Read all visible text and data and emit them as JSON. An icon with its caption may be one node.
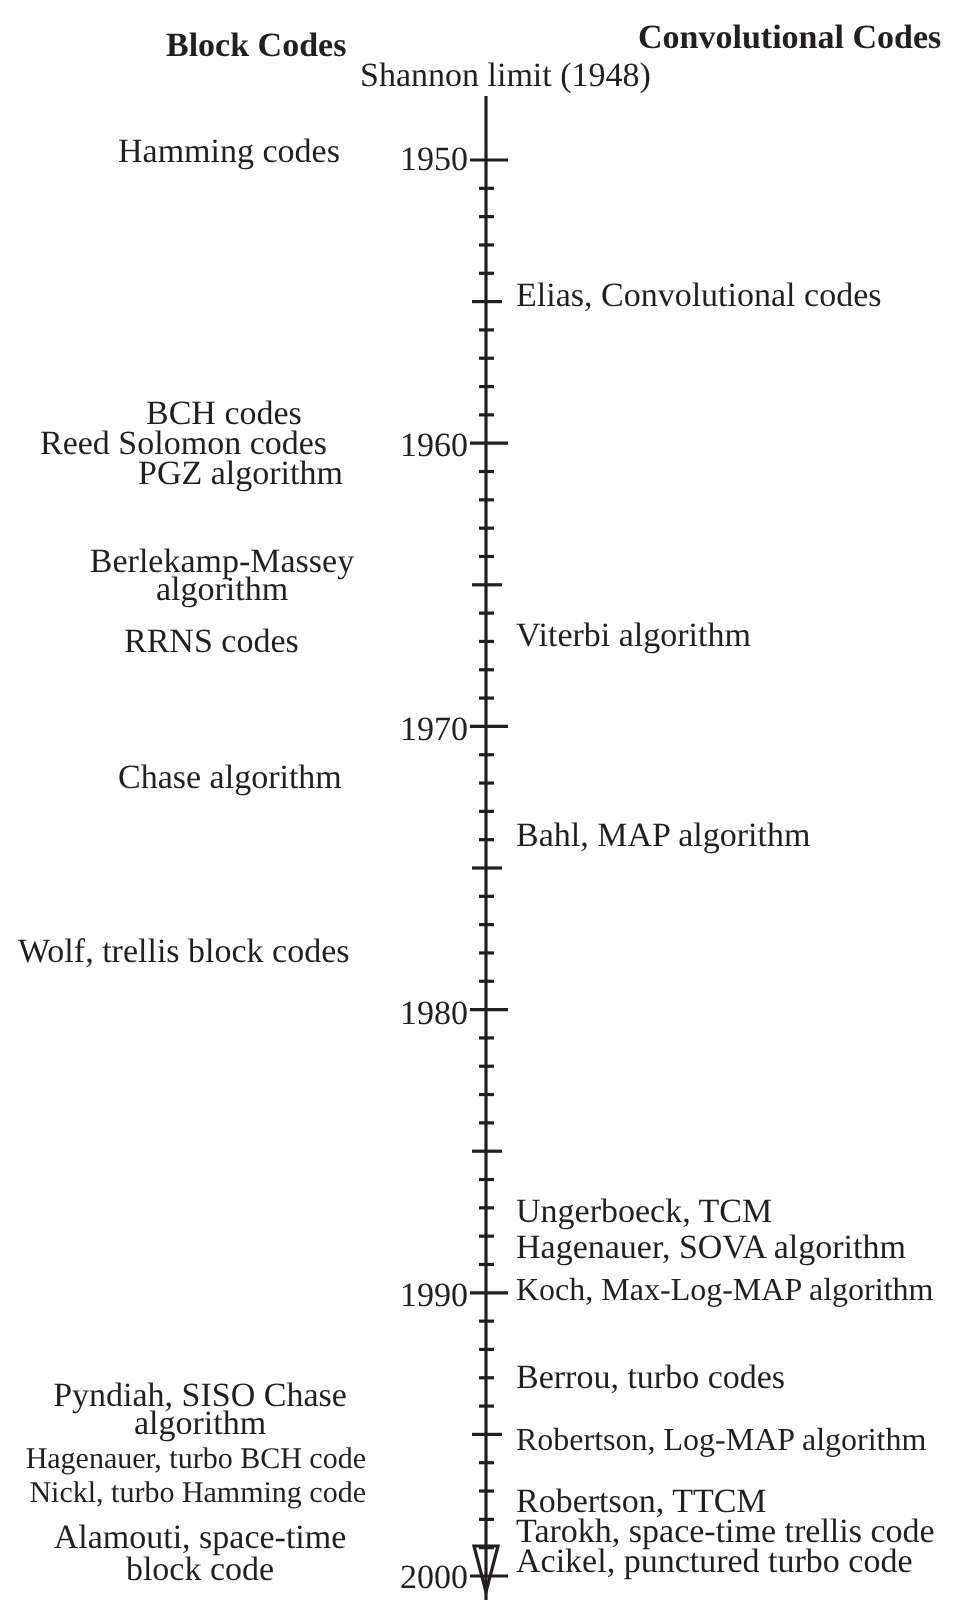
{
  "diagram": {
    "labels": [
      "Block Codes",
      "Convolutional Codes",
      "Shannon limit (1948)",
      "Hamming codes",
      "1950",
      "Elias, Convolutional codes",
      "BCH codes",
      "Reed Solomon codes",
      "1960",
      "PGZ algorithm",
      "Berlekamp-Massey algorithm",
      "RRNS codes",
      "Viterbi algorithm",
      "1970",
      "Chase algorithm",
      "Bahl, MAP algorithm",
      "Wolf, trellis block codes",
      "1980",
      "Ungerboeck, TCM",
      "Hagenauer, SOVA algorithm",
      "1990",
      "Koch, Max-Log-MAP algorithm",
      "Berrou, turbo codes",
      "Pyndiah, SISO Chase algorithm",
      "Robertson, Log-MAP algorithm",
      "Hagenauer, turbo BCH code",
      "Nickl, turbo Hamming code",
      "Robertson, TTCM",
      "Alamouti, space-time block code",
      "Tarokh, space-time trellis code",
      "2000",
      "Acikel, punctured turbo code"
    ]
  }
}
